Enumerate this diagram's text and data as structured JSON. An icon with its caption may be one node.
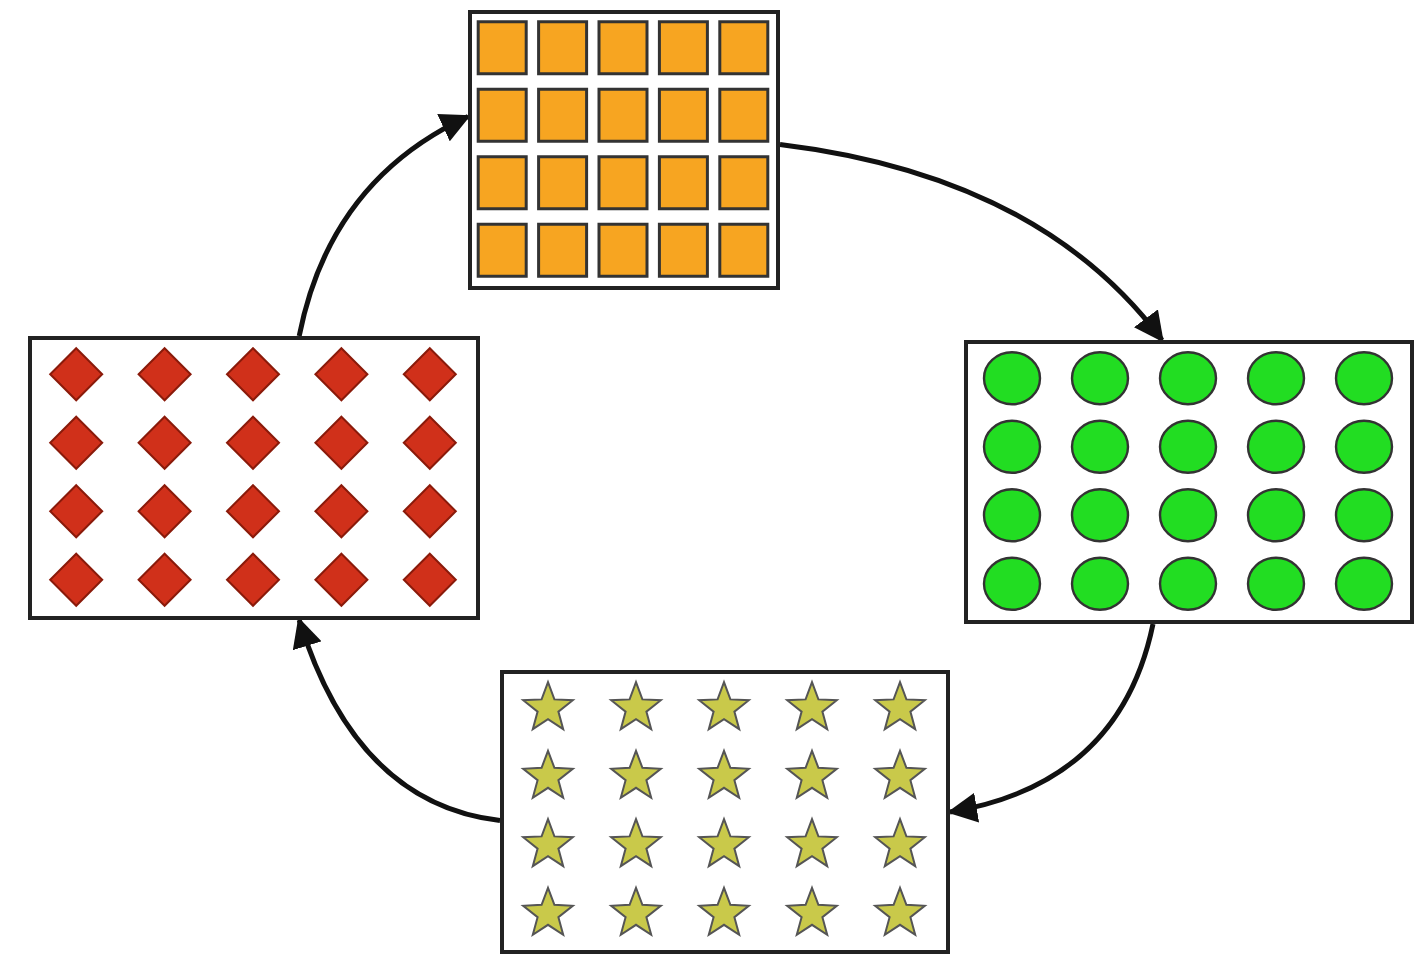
{
  "diagram": {
    "nodes": [
      {
        "text": [],
        "shape": "picture"
      },
      {
        "text": [],
        "shape": "picture"
      },
      {
        "text": [],
        "shape": "picture"
      },
      {
        "text": [],
        "shape": "picture"
      }
    ],
    "edges": [
      {
        "from": 1,
        "to": 0,
        "arrow": "to"
      },
      {
        "from": 0,
        "to": 2,
        "arrow": "to"
      },
      {
        "from": 2,
        "to": 3,
        "arrow": "to"
      },
      {
        "from": 3,
        "to": 1,
        "arrow": "to"
      }
    ]
  }
}
